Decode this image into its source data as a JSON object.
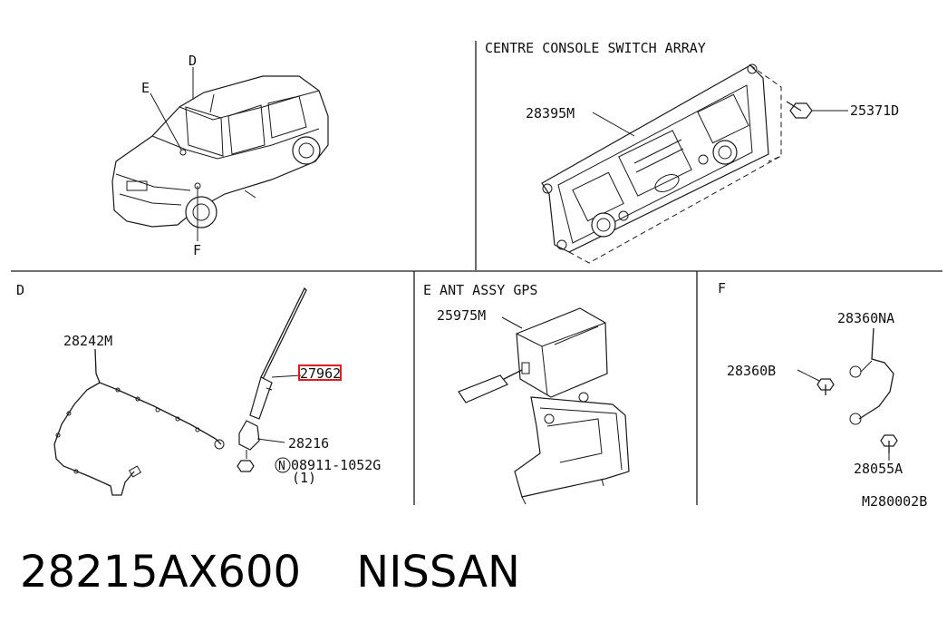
{
  "panels": {
    "overview": {
      "labels": {
        "d": "D",
        "e": "E",
        "f": "F"
      }
    },
    "console": {
      "title": "CENTRE CONSOLE SWITCH ARRAY",
      "part_main": "28395M",
      "part_screw": "25371D"
    },
    "d": {
      "title": "D",
      "harness": "28242M",
      "antenna": "27962",
      "base": "28216",
      "nut": "08911-1052G",
      "nut_circle": "N",
      "nut_qty": "(1)"
    },
    "e": {
      "title": "E  ANT ASSY GPS",
      "part": "25975M"
    },
    "f": {
      "title": "F",
      "cable": "28360NA",
      "bolt": "28360B",
      "screw": "28055A",
      "diagram_code": "M280002B"
    }
  },
  "caption": {
    "part_number": "28215AX600",
    "brand": "NISSAN"
  },
  "colors": {
    "line": "#1a1a1a",
    "highlight": "#e11b22"
  }
}
